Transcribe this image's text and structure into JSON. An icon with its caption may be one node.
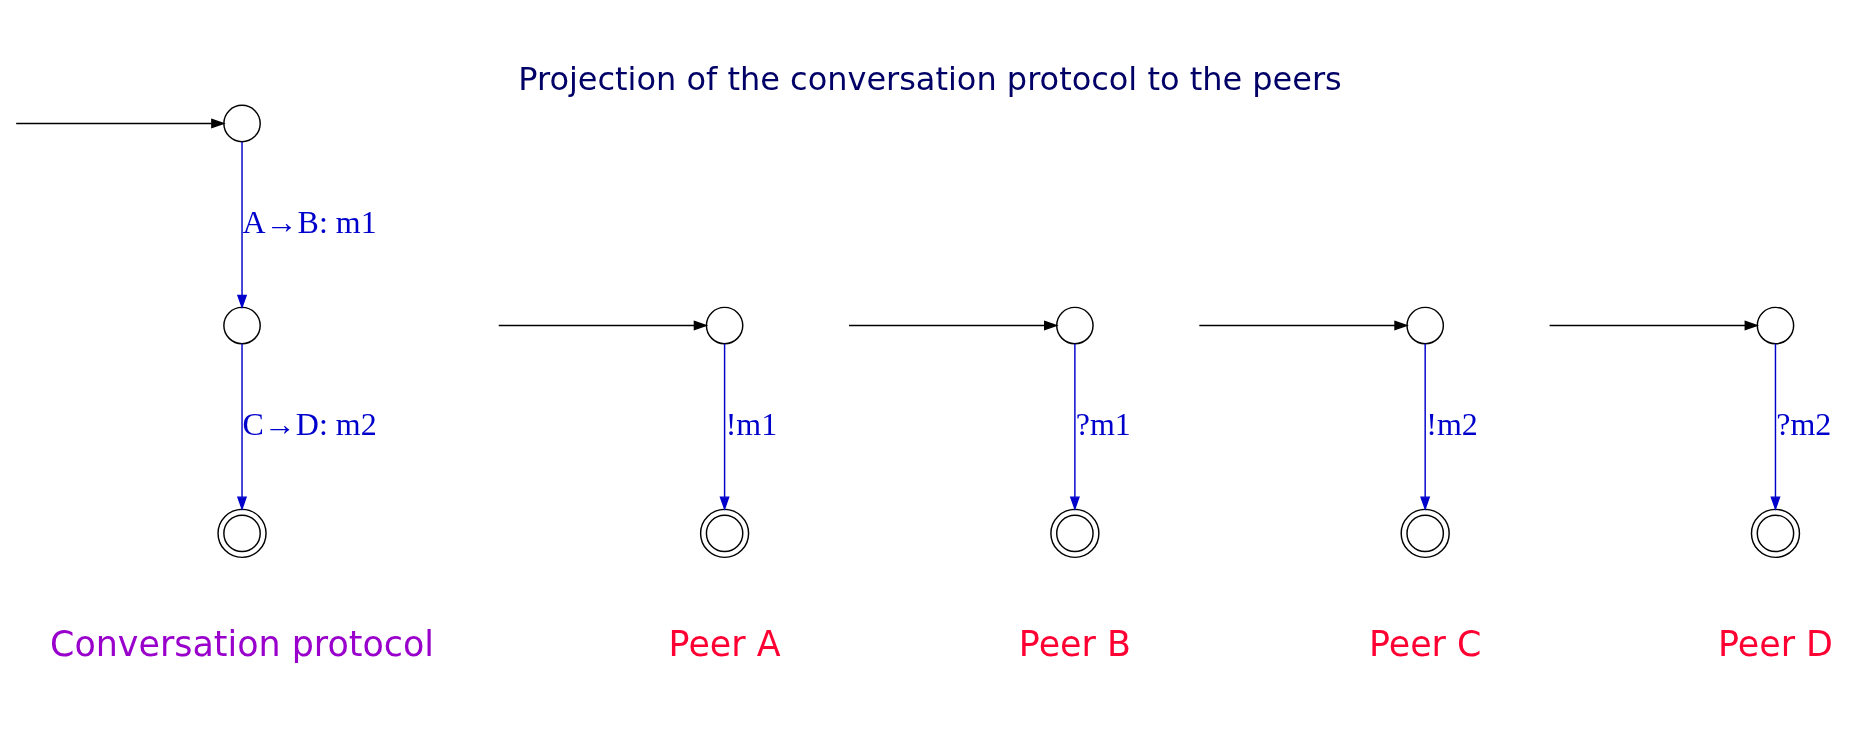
{
  "diagram": {
    "title": "Projection of the conversation protocol to the peers",
    "nodes": [
      {
        "text": [],
        "shape": "circle"
      },
      {
        "text": [],
        "shape": "circle"
      },
      {
        "text": [],
        "shape": "doublecircle"
      },
      {
        "text": [],
        "shape": "circle"
      },
      {
        "text": [],
        "shape": "doublecircle"
      },
      {
        "text": [],
        "shape": "circle"
      },
      {
        "text": [],
        "shape": "doublecircle"
      },
      {
        "text": [],
        "shape": "circle"
      },
      {
        "text": [],
        "shape": "doublecircle"
      },
      {
        "text": [],
        "shape": "circle"
      },
      {
        "text": [],
        "shape": "doublecircle"
      }
    ],
    "edges": [
      {
        "from": null,
        "to": 0,
        "arrow": "to",
        "color": "#000000"
      },
      {
        "from": 0,
        "to": 1,
        "arrow": "to",
        "label": "A→B: m1",
        "color": "#0000cc"
      },
      {
        "from": 1,
        "to": 2,
        "arrow": "to",
        "label": "C→D: m2",
        "color": "#0000cc"
      },
      {
        "from": null,
        "to": 3,
        "arrow": "to",
        "color": "#000000"
      },
      {
        "from": 3,
        "to": 4,
        "arrow": "to",
        "label": "!m1",
        "color": "#0000cc"
      },
      {
        "from": null,
        "to": 5,
        "arrow": "to",
        "color": "#000000"
      },
      {
        "from": 5,
        "to": 6,
        "arrow": "to",
        "label": "?m1",
        "color": "#0000cc"
      },
      {
        "from": null,
        "to": 7,
        "arrow": "to",
        "color": "#000000"
      },
      {
        "from": 7,
        "to": 8,
        "arrow": "to",
        "label": "!m2",
        "color": "#0000cc"
      },
      {
        "from": null,
        "to": 9,
        "arrow": "to",
        "color": "#000000"
      },
      {
        "from": 9,
        "to": 10,
        "arrow": "to",
        "label": "?m2",
        "color": "#0000cc"
      }
    ],
    "labels": [
      "Conversation protocol",
      "Peer A",
      "Peer B",
      "Peer C",
      "Peer D"
    ]
  }
}
